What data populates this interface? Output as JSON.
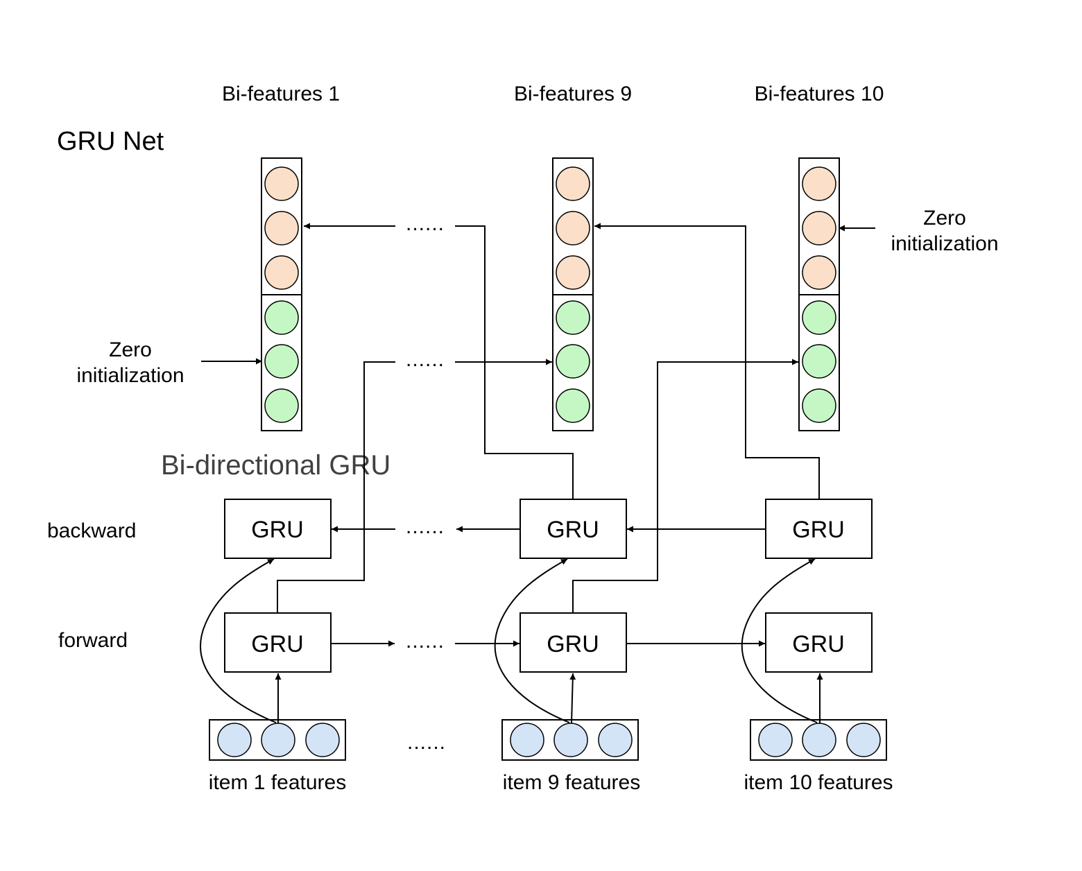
{
  "diagram": {
    "net_title": "GRU Net",
    "bidir_title": "Bi-directional GRU",
    "row_labels": {
      "backward": "backward",
      "forward": "forward"
    },
    "zero_init_left": [
      "Zero",
      "initialization"
    ],
    "zero_init_right": [
      "Zero",
      "initialization"
    ],
    "gru_label": "GRU",
    "ellipsis": "......",
    "columns": [
      {
        "output_title": "Bi-features 1",
        "input_title": "item 1 features"
      },
      {
        "output_title": "Bi-features 9",
        "input_title": "item 9 features"
      },
      {
        "output_title": "Bi-features 10",
        "input_title": "item 10 features"
      }
    ],
    "colors": {
      "backward_state_node": "#fbdfc8",
      "forward_state_node": "#c5f7c4",
      "input_node": "#d4e4f7",
      "stroke": "#000000",
      "bidir_title": "#404040"
    }
  }
}
